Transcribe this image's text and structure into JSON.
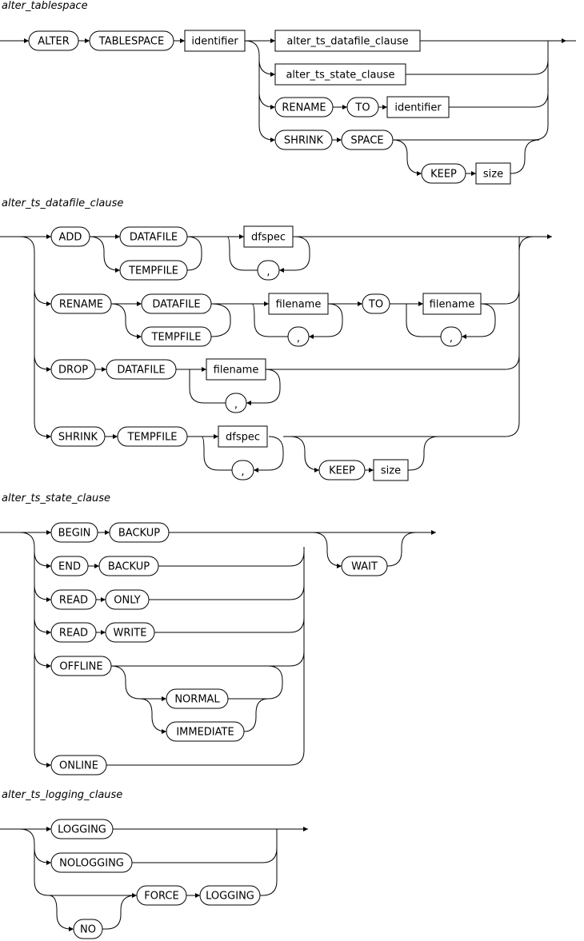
{
  "diagrams": [
    {
      "title": "alter_tablespace",
      "terms": {
        "alter": "ALTER",
        "tablespace": "TABLESPACE",
        "identifier1": "identifier",
        "datafile_clause": "alter_ts_datafile_clause",
        "state_clause": "alter_ts_state_clause",
        "rename": "RENAME",
        "to": "TO",
        "identifier2": "identifier",
        "shrink": "SHRINK",
        "space": "SPACE",
        "keep": "KEEP",
        "size": "size"
      }
    },
    {
      "title": "alter_ts_datafile_clause",
      "terms": {
        "add": "ADD",
        "datafile1": "DATAFILE",
        "tempfile1": "TEMPFILE",
        "dfspec1": "dfspec",
        "comma1": ",",
        "rename": "RENAME",
        "datafile2": "DATAFILE",
        "tempfile2": "TEMPFILE",
        "filename1": "filename",
        "comma2": ",",
        "to": "TO",
        "filename2": "filename",
        "comma3": ",",
        "drop": "DROP",
        "datafile3": "DATAFILE",
        "filename3": "filename",
        "comma4": ",",
        "shrink": "SHRINK",
        "tempfile3": "TEMPFILE",
        "dfspec2": "dfspec",
        "comma5": ",",
        "keep": "KEEP",
        "size": "size"
      }
    },
    {
      "title": "alter_ts_state_clause",
      "terms": {
        "begin": "BEGIN",
        "backup1": "BACKUP",
        "end": "END",
        "backup2": "BACKUP",
        "read1": "READ",
        "only": "ONLY",
        "read2": "READ",
        "write": "WRITE",
        "offline": "OFFLINE",
        "normal": "NORMAL",
        "immediate": "IMMEDIATE",
        "online": "ONLINE",
        "wait": "WAIT"
      }
    },
    {
      "title": "alter_ts_logging_clause",
      "terms": {
        "logging1": "LOGGING",
        "nologging": "NOLOGGING",
        "force": "FORCE",
        "logging2": "LOGGING",
        "no": "NO"
      }
    }
  ]
}
